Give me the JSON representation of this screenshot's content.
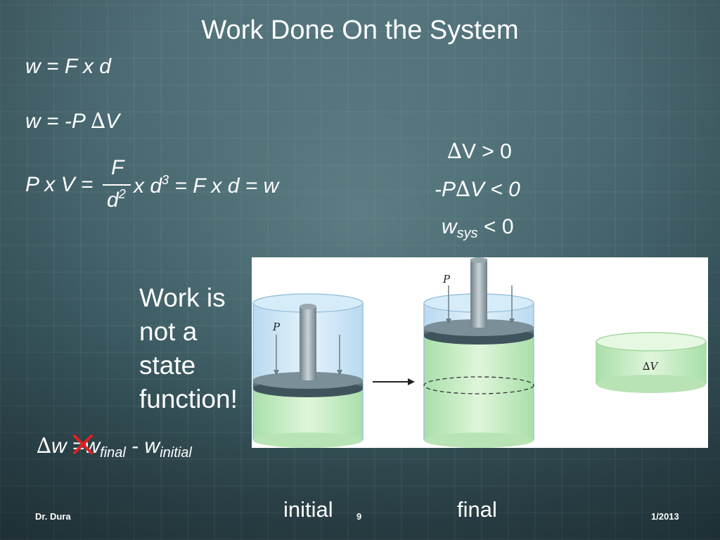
{
  "slide": {
    "title": "Work Done On the System",
    "equations": {
      "eq1": "w = F x d",
      "eq2_prefix": "w = -P ",
      "eq2_delta": "∆",
      "eq2_suffix": "V",
      "eq3_left": "P x V =",
      "eq3_num": "F",
      "eq3_den_base": "d",
      "eq3_den_exp": "2",
      "eq3_mid_base": "x d",
      "eq3_mid_exp": "3",
      "eq3_right": "= F x d = w"
    },
    "conditions": {
      "c1_delta": "∆",
      "c1_rest": "V > 0",
      "c2_prefix": "-P",
      "c2_delta": "∆",
      "c2_rest": "V < 0",
      "c3_base": "w",
      "c3_sub": "sys",
      "c3_rest": " < 0"
    },
    "note": "Work is not a state function!",
    "bottom_eq": {
      "delta": "∆",
      "w": "w",
      "equals": "=",
      "w_final_base": "w",
      "w_final_sub": "final",
      "minus": " - ",
      "w_initial_base": "w",
      "w_initial_sub": "initial"
    },
    "figure": {
      "label_p_left": "P",
      "label_p_right": "P",
      "label_dv": "∆V"
    },
    "captions": {
      "initial": "initial",
      "final": "final"
    },
    "footer": {
      "author": "Dr. Dura",
      "page": "9",
      "date": "1/2013"
    },
    "colors": {
      "liquid": "#c8ecc4",
      "gas": "#cfe6f5",
      "piston": "#556b75",
      "cross": "#e02020"
    }
  }
}
